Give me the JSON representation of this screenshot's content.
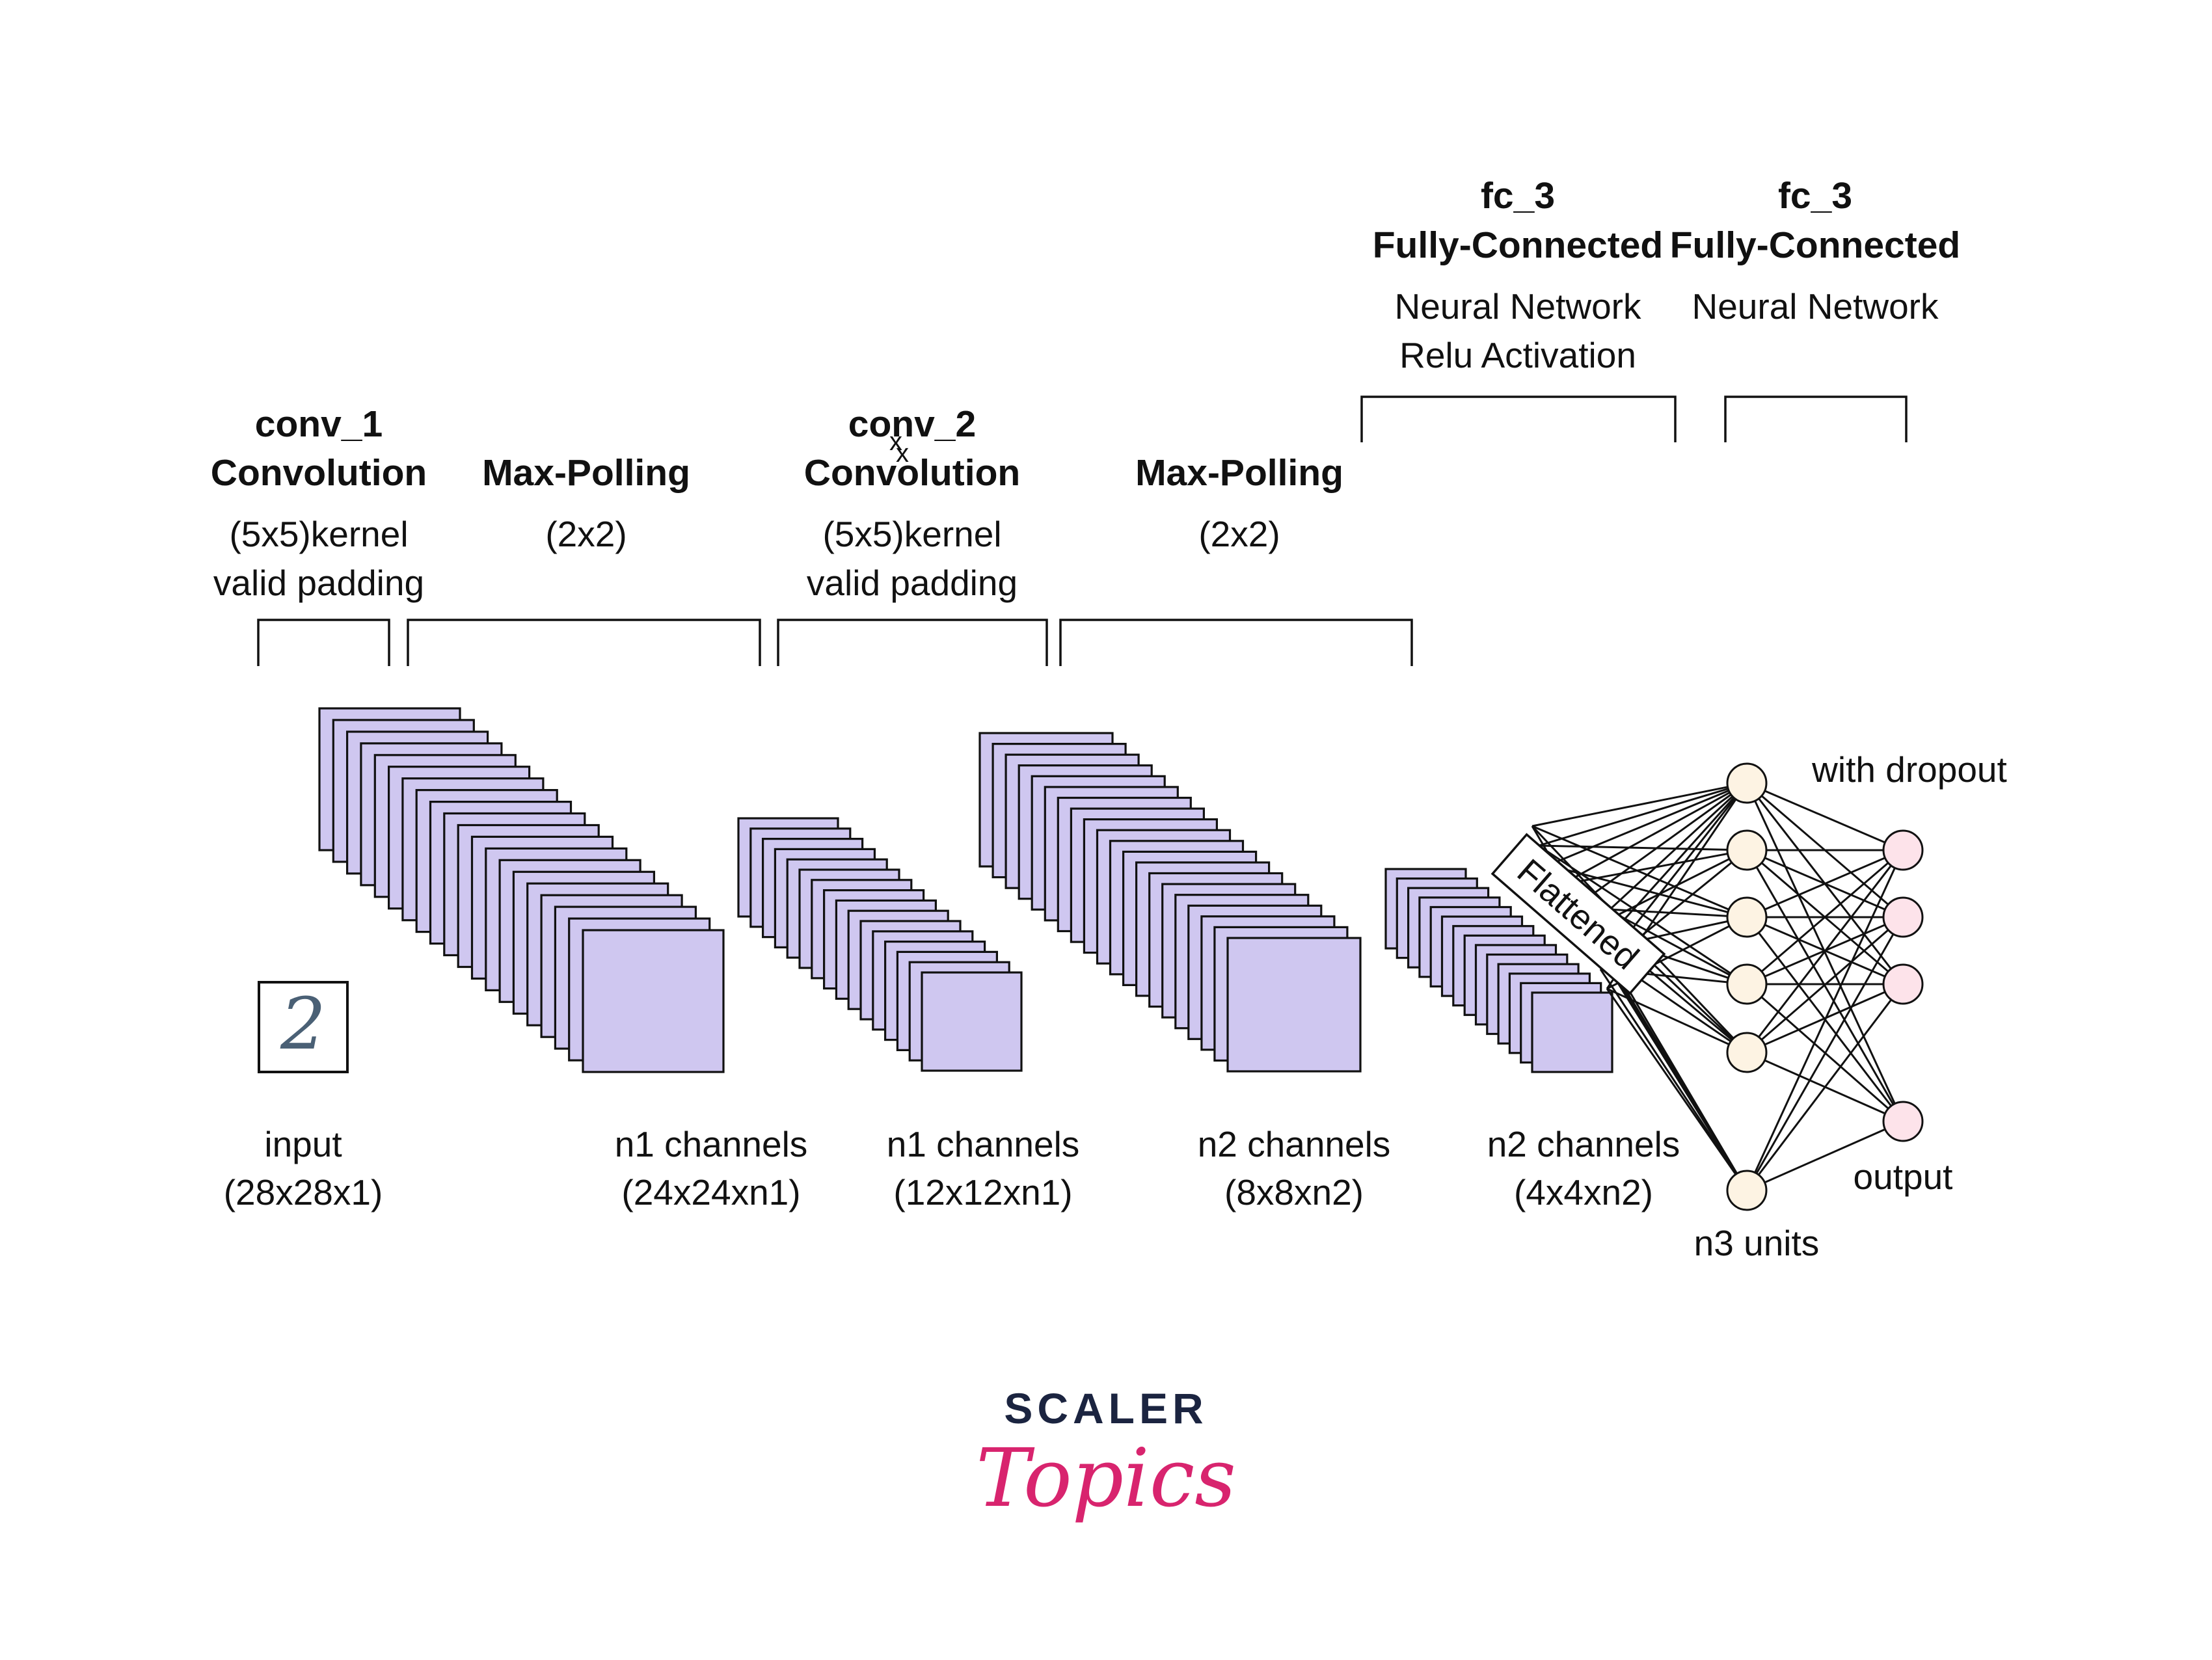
{
  "header_labels": {
    "conv1": {
      "name": "conv_1",
      "title": "Convolution",
      "line1": "(5x5)kernel",
      "line2": "valid padding"
    },
    "pool1": {
      "title": "Max-Polling",
      "line1": "(2x2)"
    },
    "conv2": {
      "name": "conv_2",
      "title": "Convolution",
      "line1": "(5x5)kernel",
      "line2": "valid padding",
      "stray_mark": "x"
    },
    "pool2": {
      "title": "Max-Polling",
      "line1": "(2x2)"
    },
    "fc3a": {
      "name": "fc_3",
      "title": "Fully-Connected",
      "line1": "Neural Network",
      "line2": "Relu Activation"
    },
    "fc3b": {
      "name": "fc_3",
      "title": "Fully-Connected",
      "line1": "Neural Network"
    }
  },
  "bottom_labels": {
    "input": {
      "line1": "input",
      "line2": "(28x28x1)"
    },
    "conv1_out": {
      "line1": "n1 channels",
      "line2": "(24x24xn1)"
    },
    "pool1_out": {
      "line1": "n1 channels",
      "line2": "(12x12xn1)"
    },
    "conv2_out": {
      "line1": "n2 channels",
      "line2": "(8x8xn2)"
    },
    "pool2_out": {
      "line1": "n2 channels",
      "line2": "(4x4xn2)"
    }
  },
  "input_digit": "2",
  "flattened_label": "Flattened",
  "network_labels": {
    "dropout": "with dropout",
    "hidden_units": "n3 units",
    "output": "output"
  },
  "network": {
    "hidden_count": 6,
    "output_count": 4
  },
  "logo": {
    "top": "SCALER",
    "bottom": "Topics"
  },
  "colors": {
    "layer_fill": "#cfc7f0",
    "hidden_node": "#fdf3e3",
    "output_node": "#fde3ea",
    "logo_navy": "#1b2440",
    "logo_pink": "#d8246e"
  }
}
